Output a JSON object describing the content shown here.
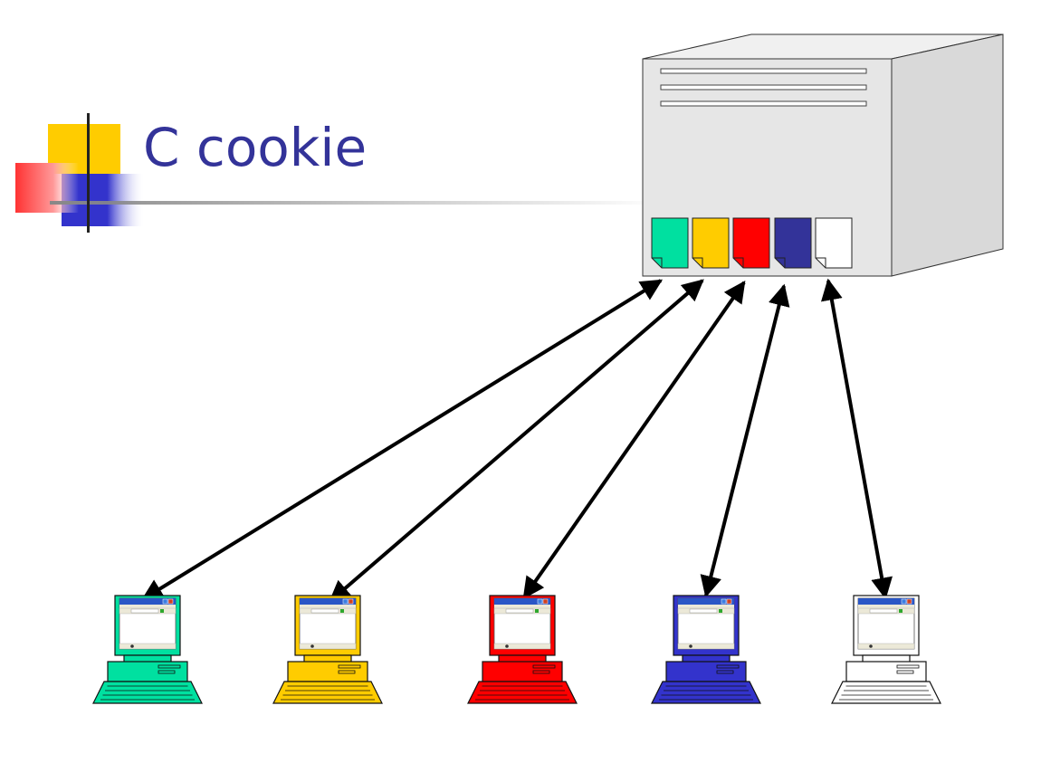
{
  "slide": {
    "title": "C cookie"
  },
  "colors": {
    "title": "#333399",
    "accent_yellow": "#ffcc00",
    "accent_red": "#ff0000",
    "accent_blue": "#3333cc",
    "server_front": "#e6e6e6",
    "server_side": "#d9d9d9"
  },
  "server": {
    "icon": "server-icon",
    "cookies": [
      {
        "name": "cookie-green",
        "color": "#00e0a0"
      },
      {
        "name": "cookie-yellow",
        "color": "#ffcc00"
      },
      {
        "name": "cookie-red",
        "color": "#ff0000"
      },
      {
        "name": "cookie-navy",
        "color": "#333399"
      },
      {
        "name": "cookie-white",
        "color": "#ffffff"
      }
    ]
  },
  "clients": [
    {
      "name": "client-green",
      "icon": "computer-icon",
      "color": "#00e0a0"
    },
    {
      "name": "client-yellow",
      "icon": "computer-icon",
      "color": "#ffcc00"
    },
    {
      "name": "client-red",
      "icon": "computer-icon",
      "color": "#ff0000"
    },
    {
      "name": "client-blue",
      "icon": "computer-icon",
      "color": "#3333cc"
    },
    {
      "name": "client-white",
      "icon": "computer-icon",
      "color": "#ffffff"
    }
  ]
}
